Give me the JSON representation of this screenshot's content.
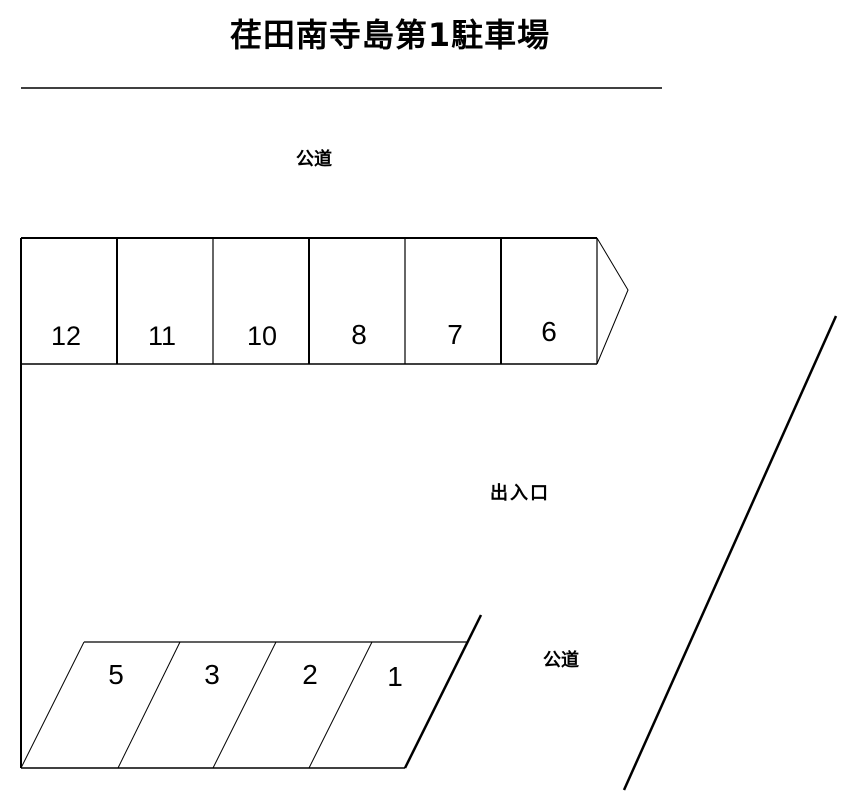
{
  "title": "荏田南寺島第1駐車場",
  "labels": {
    "road_top": "公道",
    "entrance": "出入口",
    "road_right": "公道"
  },
  "parking_rows": {
    "top_row": {
      "orientation": "rectangular",
      "slots": [
        "12",
        "11",
        "10",
        "8",
        "7",
        "6"
      ]
    },
    "bottom_row": {
      "orientation": "angled",
      "slots": [
        "5",
        "3",
        "2",
        "1"
      ]
    }
  },
  "colors": {
    "line": "#000000",
    "background": "#ffffff"
  }
}
